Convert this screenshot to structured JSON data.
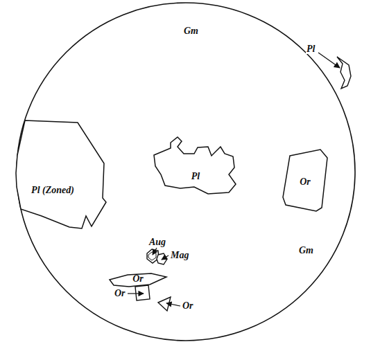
{
  "diagram": {
    "nodes": [
      {
        "text": [
          "Pl"
        ]
      },
      {
        "text": [
          "Or"
        ]
      },
      {
        "text": [
          "Pl (Zoned)"
        ]
      },
      {
        "text": [
          "Or"
        ]
      }
    ],
    "labels": [
      "Gm",
      "Pl",
      "Gm",
      "Aug",
      "Mag",
      "Or",
      "Or"
    ]
  }
}
